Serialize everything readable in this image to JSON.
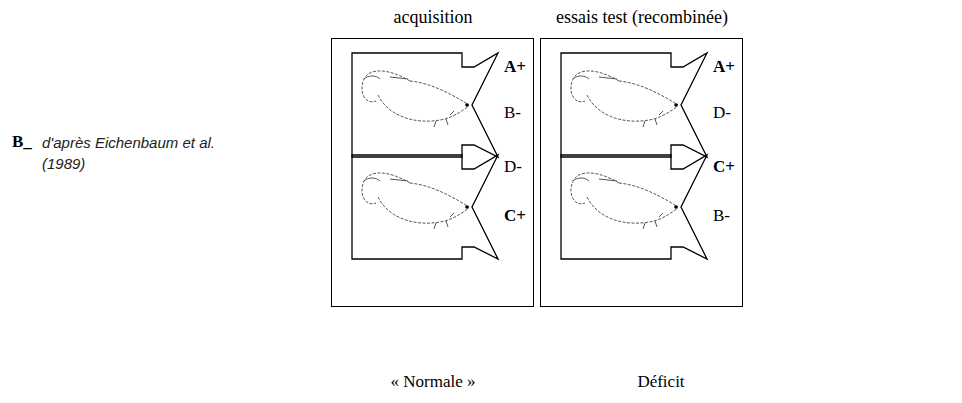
{
  "diagram": {
    "nodes": [
      {
        "text": [
          "acquisition",
          "« Normale »"
        ]
      },
      {
        "text": [
          "essais test (recombinée)",
          "Déficit"
        ]
      },
      {
        "text": [
          "A+",
          "B-"
        ],
        "in": 0
      },
      {
        "text": [
          "D-",
          "C+"
        ],
        "in": 0
      },
      {
        "text": [
          "A+",
          "D-"
        ],
        "in": 1
      },
      {
        "text": [
          "C+",
          "B-"
        ],
        "in": 1
      }
    ],
    "labels": [
      "B_",
      "d'après Eichenbaum et al. (1989)"
    ]
  }
}
